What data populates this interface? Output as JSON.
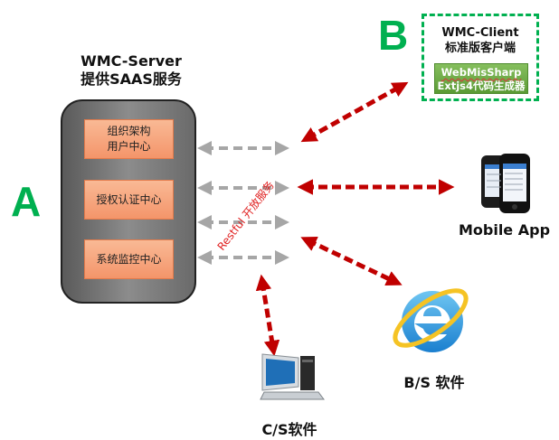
{
  "section_labels": {
    "server": "A",
    "client": "B"
  },
  "server": {
    "title_line1": "WMC-Server",
    "title_line2": "提供SAAS服务",
    "modules": [
      {
        "line1": "组织架构",
        "line2": "用户中心"
      },
      {
        "line1": "授权认证中心",
        "line2": ""
      },
      {
        "line1": "系统监控中心",
        "line2": ""
      }
    ]
  },
  "client": {
    "title_line1": "WMC-Client",
    "title_line2": "标准版客户端",
    "generator_line1": "WebMisSharp",
    "generator_line2": "Extjs4代码生成器"
  },
  "connector_label": "Restful 开放服务",
  "endpoints": {
    "mobile": {
      "label": "Mobile App",
      "icon": "smartphones-icon"
    },
    "bs": {
      "label": "B/S 软件",
      "icon": "internet-explorer-icon"
    },
    "cs": {
      "label": "C/S软件",
      "icon": "desktop-computer-icon"
    }
  },
  "colors": {
    "accent_green": "#00b050",
    "arrow_red": "#c00000",
    "arrow_gray": "#a6a6a6",
    "module_orange": "#f7a47c",
    "generator_green": "#70ad47"
  }
}
